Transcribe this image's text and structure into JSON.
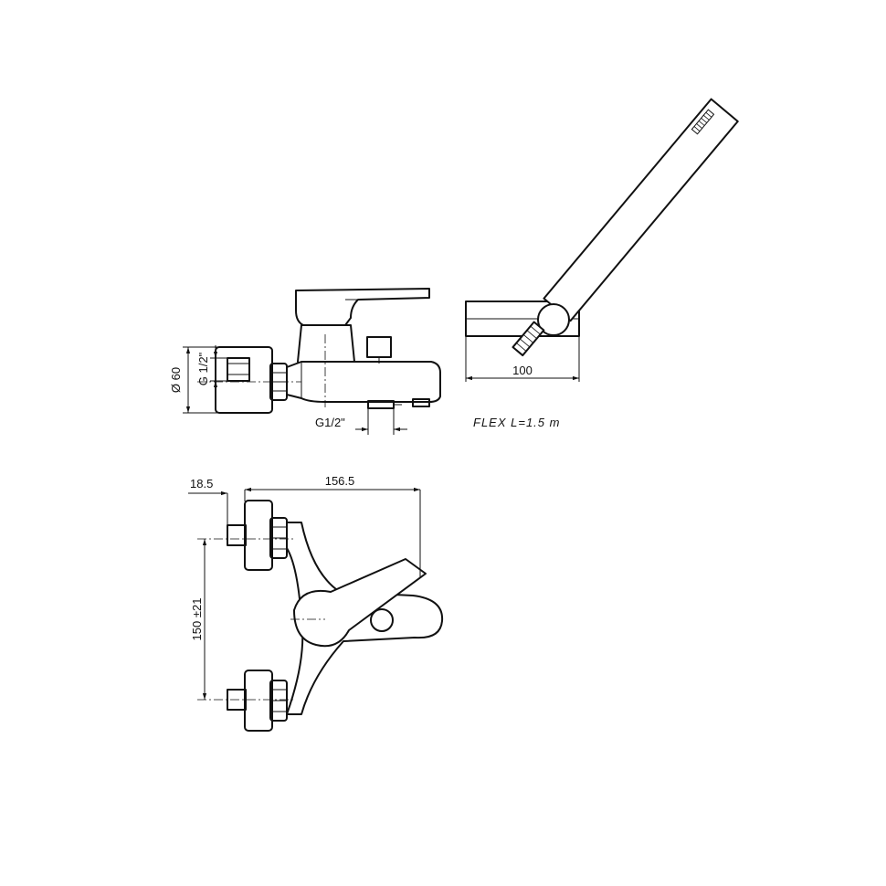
{
  "dimensions": {
    "diameter": "Ø 60",
    "wall_thread": "G 1/2\"",
    "outlet_thread": "G1/2\"",
    "handshower_depth": "100",
    "offset": "18.5",
    "width": "156.5",
    "centres": "150 ±21"
  },
  "notes": {
    "flex": "FLEX L=1.5 m"
  }
}
